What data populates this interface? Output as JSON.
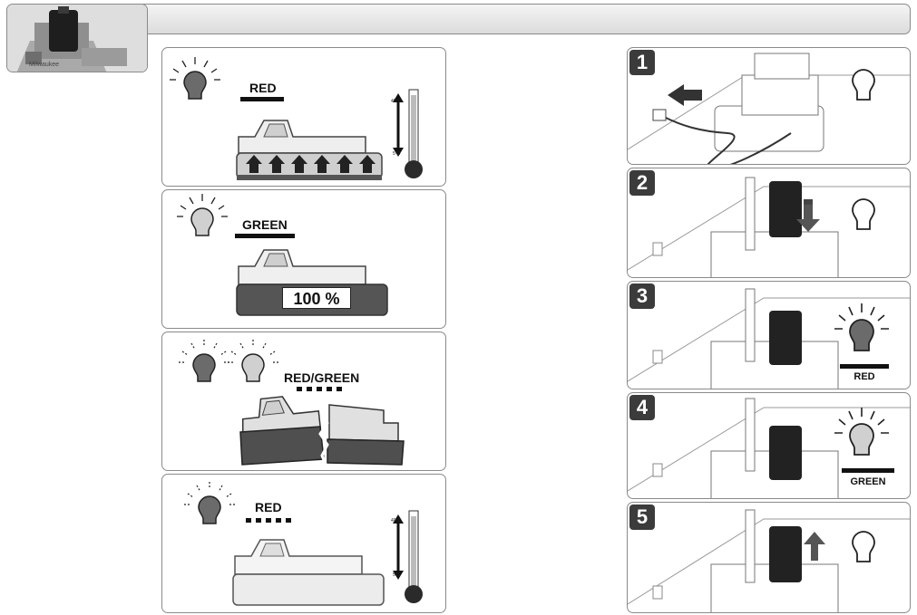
{
  "header": {
    "icon": "charger-with-battery-icon"
  },
  "status_panels": [
    {
      "label": "RED",
      "lights": [
        "red-lit"
      ],
      "indicator": "solid",
      "battery": "heating-arrows",
      "thermometer": {
        "high": "40°C",
        "low": "5°C"
      }
    },
    {
      "label": "GREEN",
      "lights": [
        "green-lit"
      ],
      "indicator": "solid",
      "battery": "full",
      "charge_text": "100 %"
    },
    {
      "label": "RED/GREEN",
      "lights": [
        "red-lit",
        "green-lit"
      ],
      "indicator": "blinking",
      "battery": "broken"
    },
    {
      "label": "RED",
      "lights": [
        "red-lit"
      ],
      "indicator": "blinking",
      "battery": "empty",
      "thermometer": {
        "high": "40°C",
        "low": "5°C"
      }
    }
  ],
  "steps": [
    {
      "number": "1",
      "light_label": "",
      "light": "off"
    },
    {
      "number": "2",
      "light_label": "",
      "light": "off"
    },
    {
      "number": "3",
      "light_label": "RED",
      "light": "red-lit"
    },
    {
      "number": "4",
      "light_label": "GREEN",
      "light": "green-lit"
    },
    {
      "number": "5",
      "light_label": "",
      "light": "off"
    }
  ],
  "colors": {
    "panel_border": "#8a8a8a",
    "bulb_red": "#6b6b6b",
    "bulb_green": "#d0d0d0",
    "dark": "#2f2f2f"
  }
}
